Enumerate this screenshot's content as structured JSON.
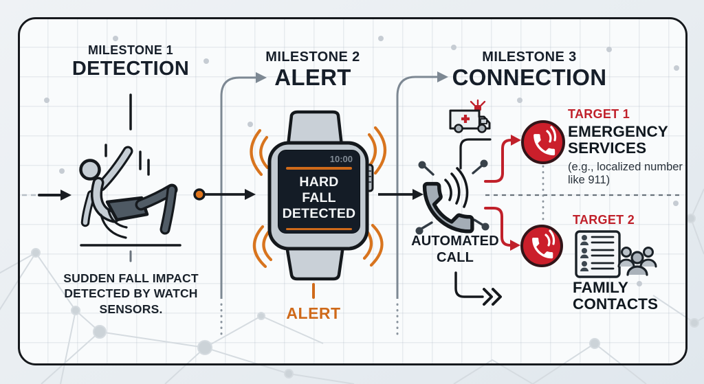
{
  "colors": {
    "accent_orange": "#d8741e",
    "alert_orange": "#cf6a1a",
    "accent_red": "#c0202a",
    "ink": "#161e29",
    "divider_gray": "#7d8893"
  },
  "milestones": [
    {
      "kicker": "MILESTONE 1",
      "title": "DETECTION",
      "caption": "SUDDEN FALL IMPACT DETECTED BY WATCH SENSORS."
    },
    {
      "kicker": "MILESTONE 2",
      "title": "ALERT",
      "watch_time": "10:00",
      "watch_message": "HARD FALL DETECTED",
      "label": "ALERT"
    },
    {
      "kicker": "MILESTONE 3",
      "title": "CONNECTION",
      "call_label": "AUTOMATED CALL",
      "targets": [
        {
          "kicker": "TARGET 1",
          "title": "EMERGENCY SERVICES",
          "subtitle": "(e.g., localized number like 911)"
        },
        {
          "kicker": "TARGET 2",
          "title": "FAMILY CONTACTS"
        }
      ]
    }
  ],
  "icons": {
    "falling_person": "person falling with motion lines",
    "smartwatch": "smartwatch showing alert screen with vibration arcs",
    "ambulance": "ambulance with red cross and beacon",
    "phone_handset": "telephone handset with signal waves and network nodes",
    "phone_badge": "red circular badge with white phone receiver",
    "family_contacts": "contact list card with family group",
    "fast_forward": "double chevron"
  }
}
